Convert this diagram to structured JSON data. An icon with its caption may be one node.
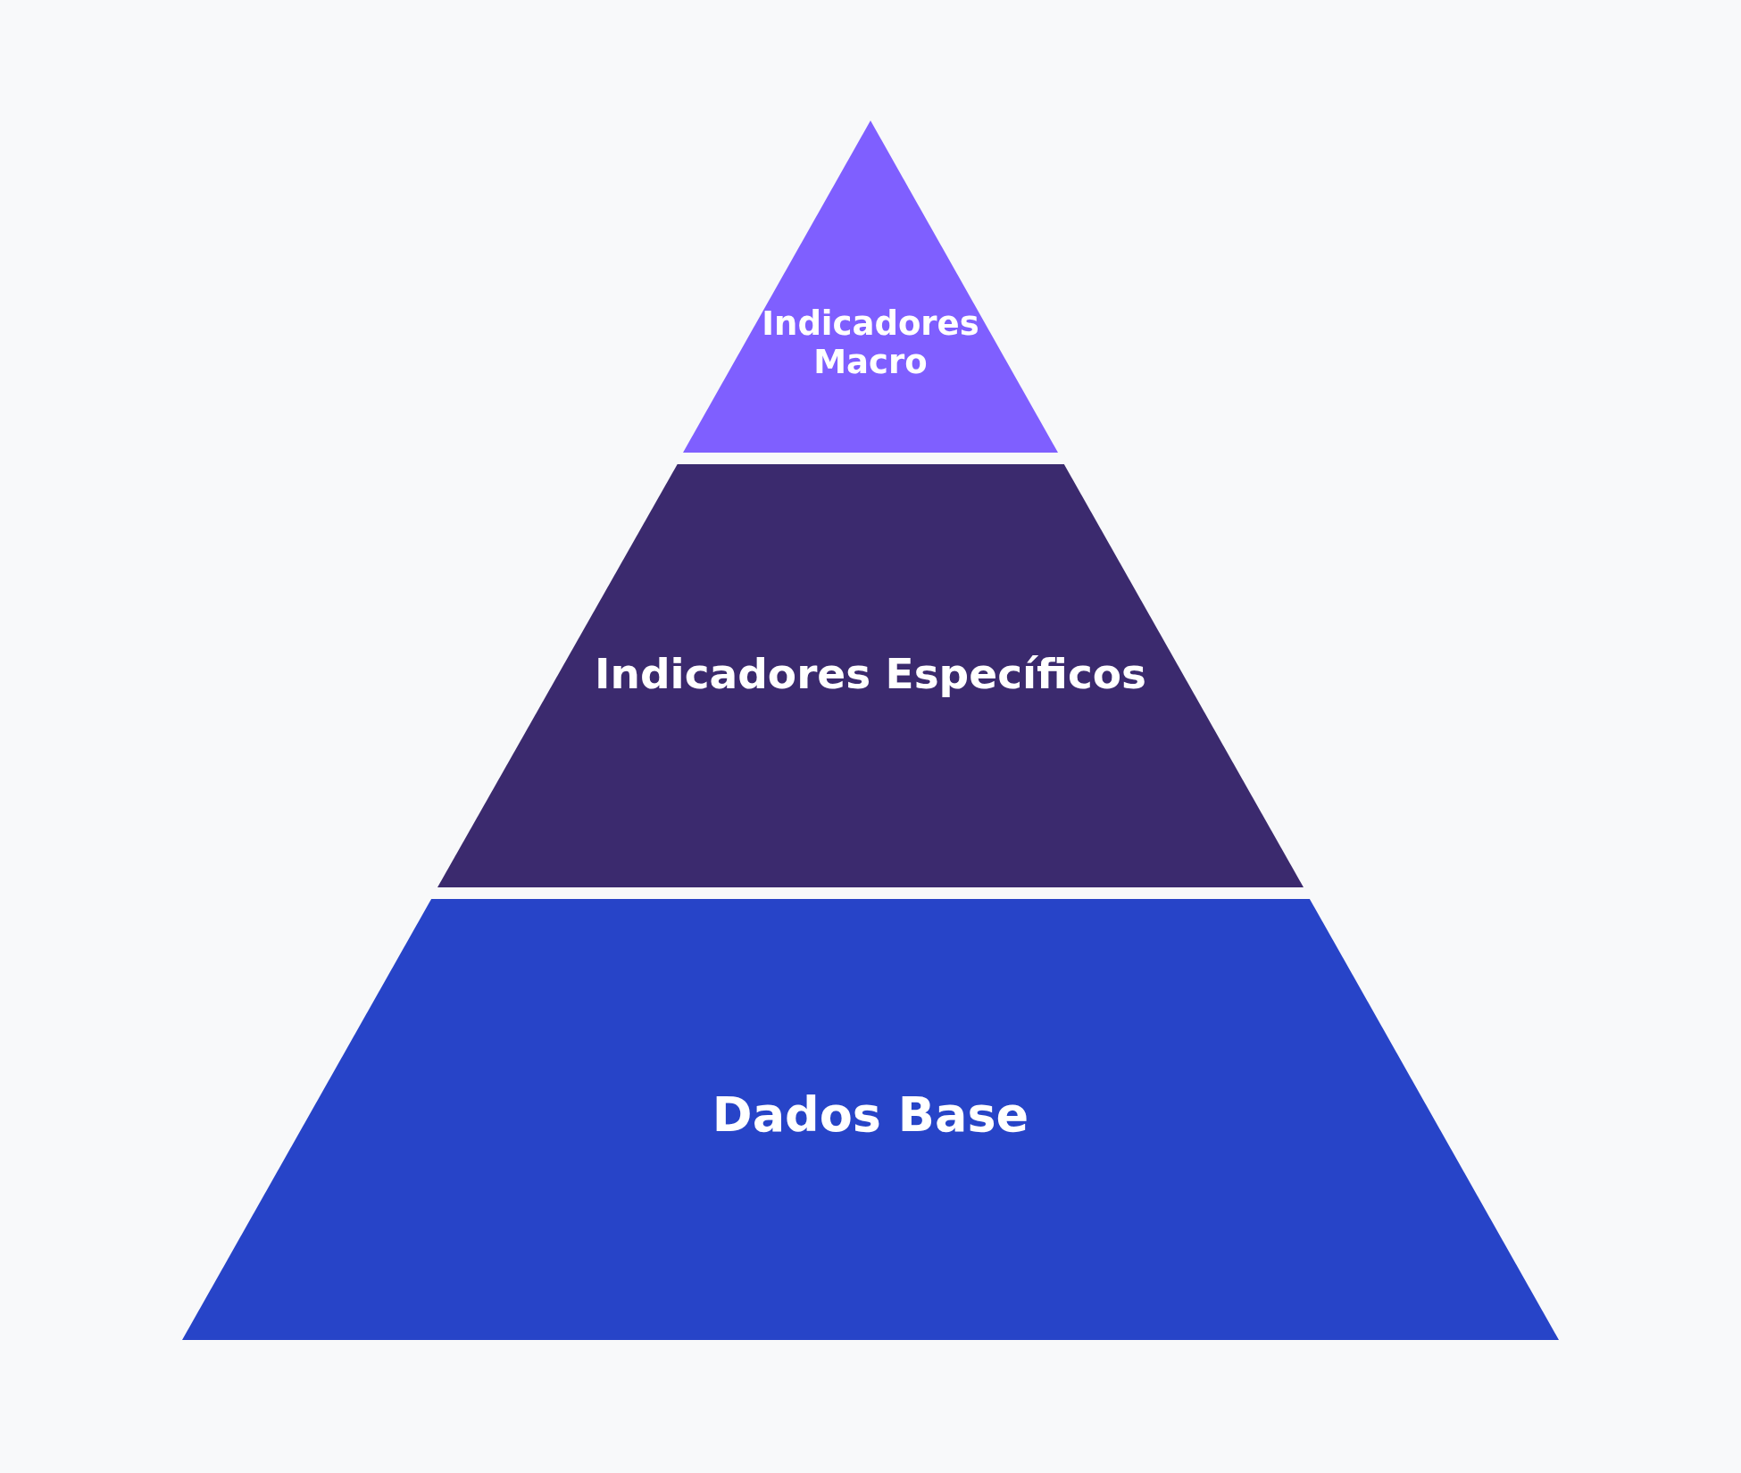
{
  "diagram": {
    "nodes": [
      {
        "text": [
          "Indicadores Macro"
        ]
      },
      {
        "text": [
          "Indicadores Específicos"
        ]
      },
      {
        "text": [
          "Dados Base"
        ]
      }
    ]
  }
}
